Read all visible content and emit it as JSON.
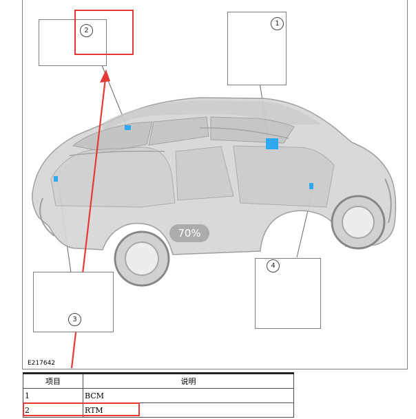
{
  "figure": {
    "id": "E217642",
    "watermark": "70%",
    "callouts": [
      "1",
      "2",
      "3",
      "4"
    ]
  },
  "table": {
    "headers": [
      "项目",
      "说明"
    ],
    "rows": [
      [
        "1",
        "BCM"
      ],
      [
        "2",
        "RTM"
      ]
    ]
  },
  "colors": {
    "module_blue": "#2ea8f0",
    "highlight_red": "#e53935",
    "car_gray": "#c9c9c9"
  }
}
